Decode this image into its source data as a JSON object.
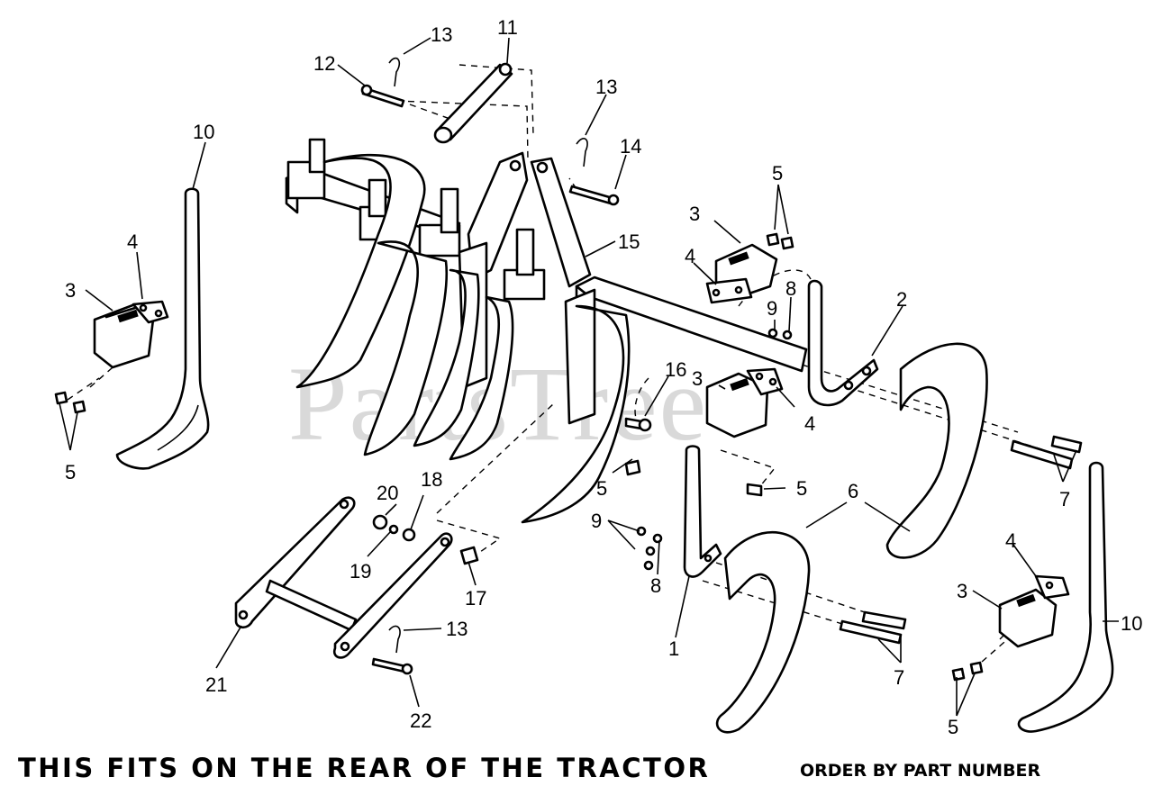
{
  "watermark": "PartsTree",
  "footer": {
    "fits_note": "THIS FITS ON THE REAR OF THE TRACTOR",
    "order_note": "ORDER BY PART NUMBER"
  },
  "callouts": [
    {
      "id": "c11",
      "label": "11"
    },
    {
      "id": "c13a",
      "label": "13"
    },
    {
      "id": "c12",
      "label": "12"
    },
    {
      "id": "c13b",
      "label": "13"
    },
    {
      "id": "c14",
      "label": "14"
    },
    {
      "id": "c10a",
      "label": "10"
    },
    {
      "id": "c4a",
      "label": "4"
    },
    {
      "id": "c3a",
      "label": "3"
    },
    {
      "id": "c5a",
      "label": "5"
    },
    {
      "id": "c15",
      "label": "15"
    },
    {
      "id": "c3b",
      "label": "3"
    },
    {
      "id": "c5b",
      "label": "5"
    },
    {
      "id": "c4b",
      "label": "4"
    },
    {
      "id": "c9a",
      "label": "9"
    },
    {
      "id": "c8a",
      "label": "8"
    },
    {
      "id": "c2",
      "label": "2"
    },
    {
      "id": "c16",
      "label": "16"
    },
    {
      "id": "c3c",
      "label": "3"
    },
    {
      "id": "c4c",
      "label": "4"
    },
    {
      "id": "c5c",
      "label": "5"
    },
    {
      "id": "c5d",
      "label": "5"
    },
    {
      "id": "c6",
      "label": "6"
    },
    {
      "id": "c7a",
      "label": "7"
    },
    {
      "id": "c20",
      "label": "20"
    },
    {
      "id": "c18",
      "label": "18"
    },
    {
      "id": "c19",
      "label": "19"
    },
    {
      "id": "c17",
      "label": "17"
    },
    {
      "id": "c9b",
      "label": "9"
    },
    {
      "id": "c8b",
      "label": "8"
    },
    {
      "id": "c13c",
      "label": "13"
    },
    {
      "id": "c21",
      "label": "21"
    },
    {
      "id": "c22",
      "label": "22"
    },
    {
      "id": "c1",
      "label": "1"
    },
    {
      "id": "c7b",
      "label": "7"
    },
    {
      "id": "c4d",
      "label": "4"
    },
    {
      "id": "c3d",
      "label": "3"
    },
    {
      "id": "c10b",
      "label": "10"
    },
    {
      "id": "c5e",
      "label": "5"
    }
  ]
}
